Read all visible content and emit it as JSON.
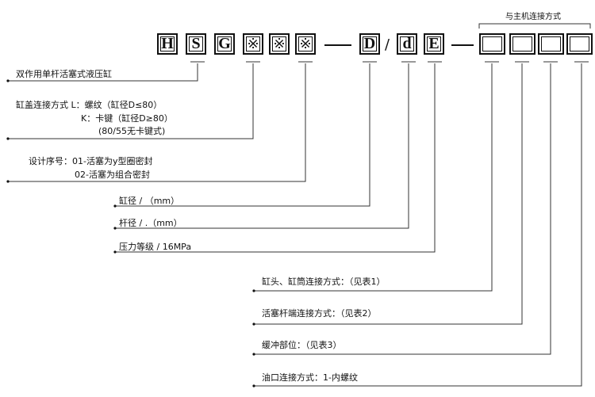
{
  "header": {
    "top_label": "与主机连接方式",
    "codes": [
      "H",
      "S",
      "G",
      "※",
      "※",
      "※",
      "D",
      "/",
      "d",
      "E"
    ]
  },
  "labels": {
    "l1": "双作用单杆活塞式液压缸",
    "l2a": "缸盖连接方式   L：螺纹（缸径D≤80）",
    "l2b": "K：卡键（缸径D≥80）",
    "l2c": "(80/55无卡键式)",
    "l3a": "设计序号：01-活塞为y型圈密封",
    "l3b": "02-活塞为组合密封",
    "l4": "缸径 / （mm）",
    "l5": "杆径 / .（mm）",
    "l6": "压力等级 / 16MPa",
    "l7": "缸头、缸筒连接方式：（见表1）",
    "l8": "活塞杆端连接方式：（见表2）",
    "l9": "缓冲部位：（见表3）",
    "l10": "油口连接方式：1-内螺纹"
  }
}
